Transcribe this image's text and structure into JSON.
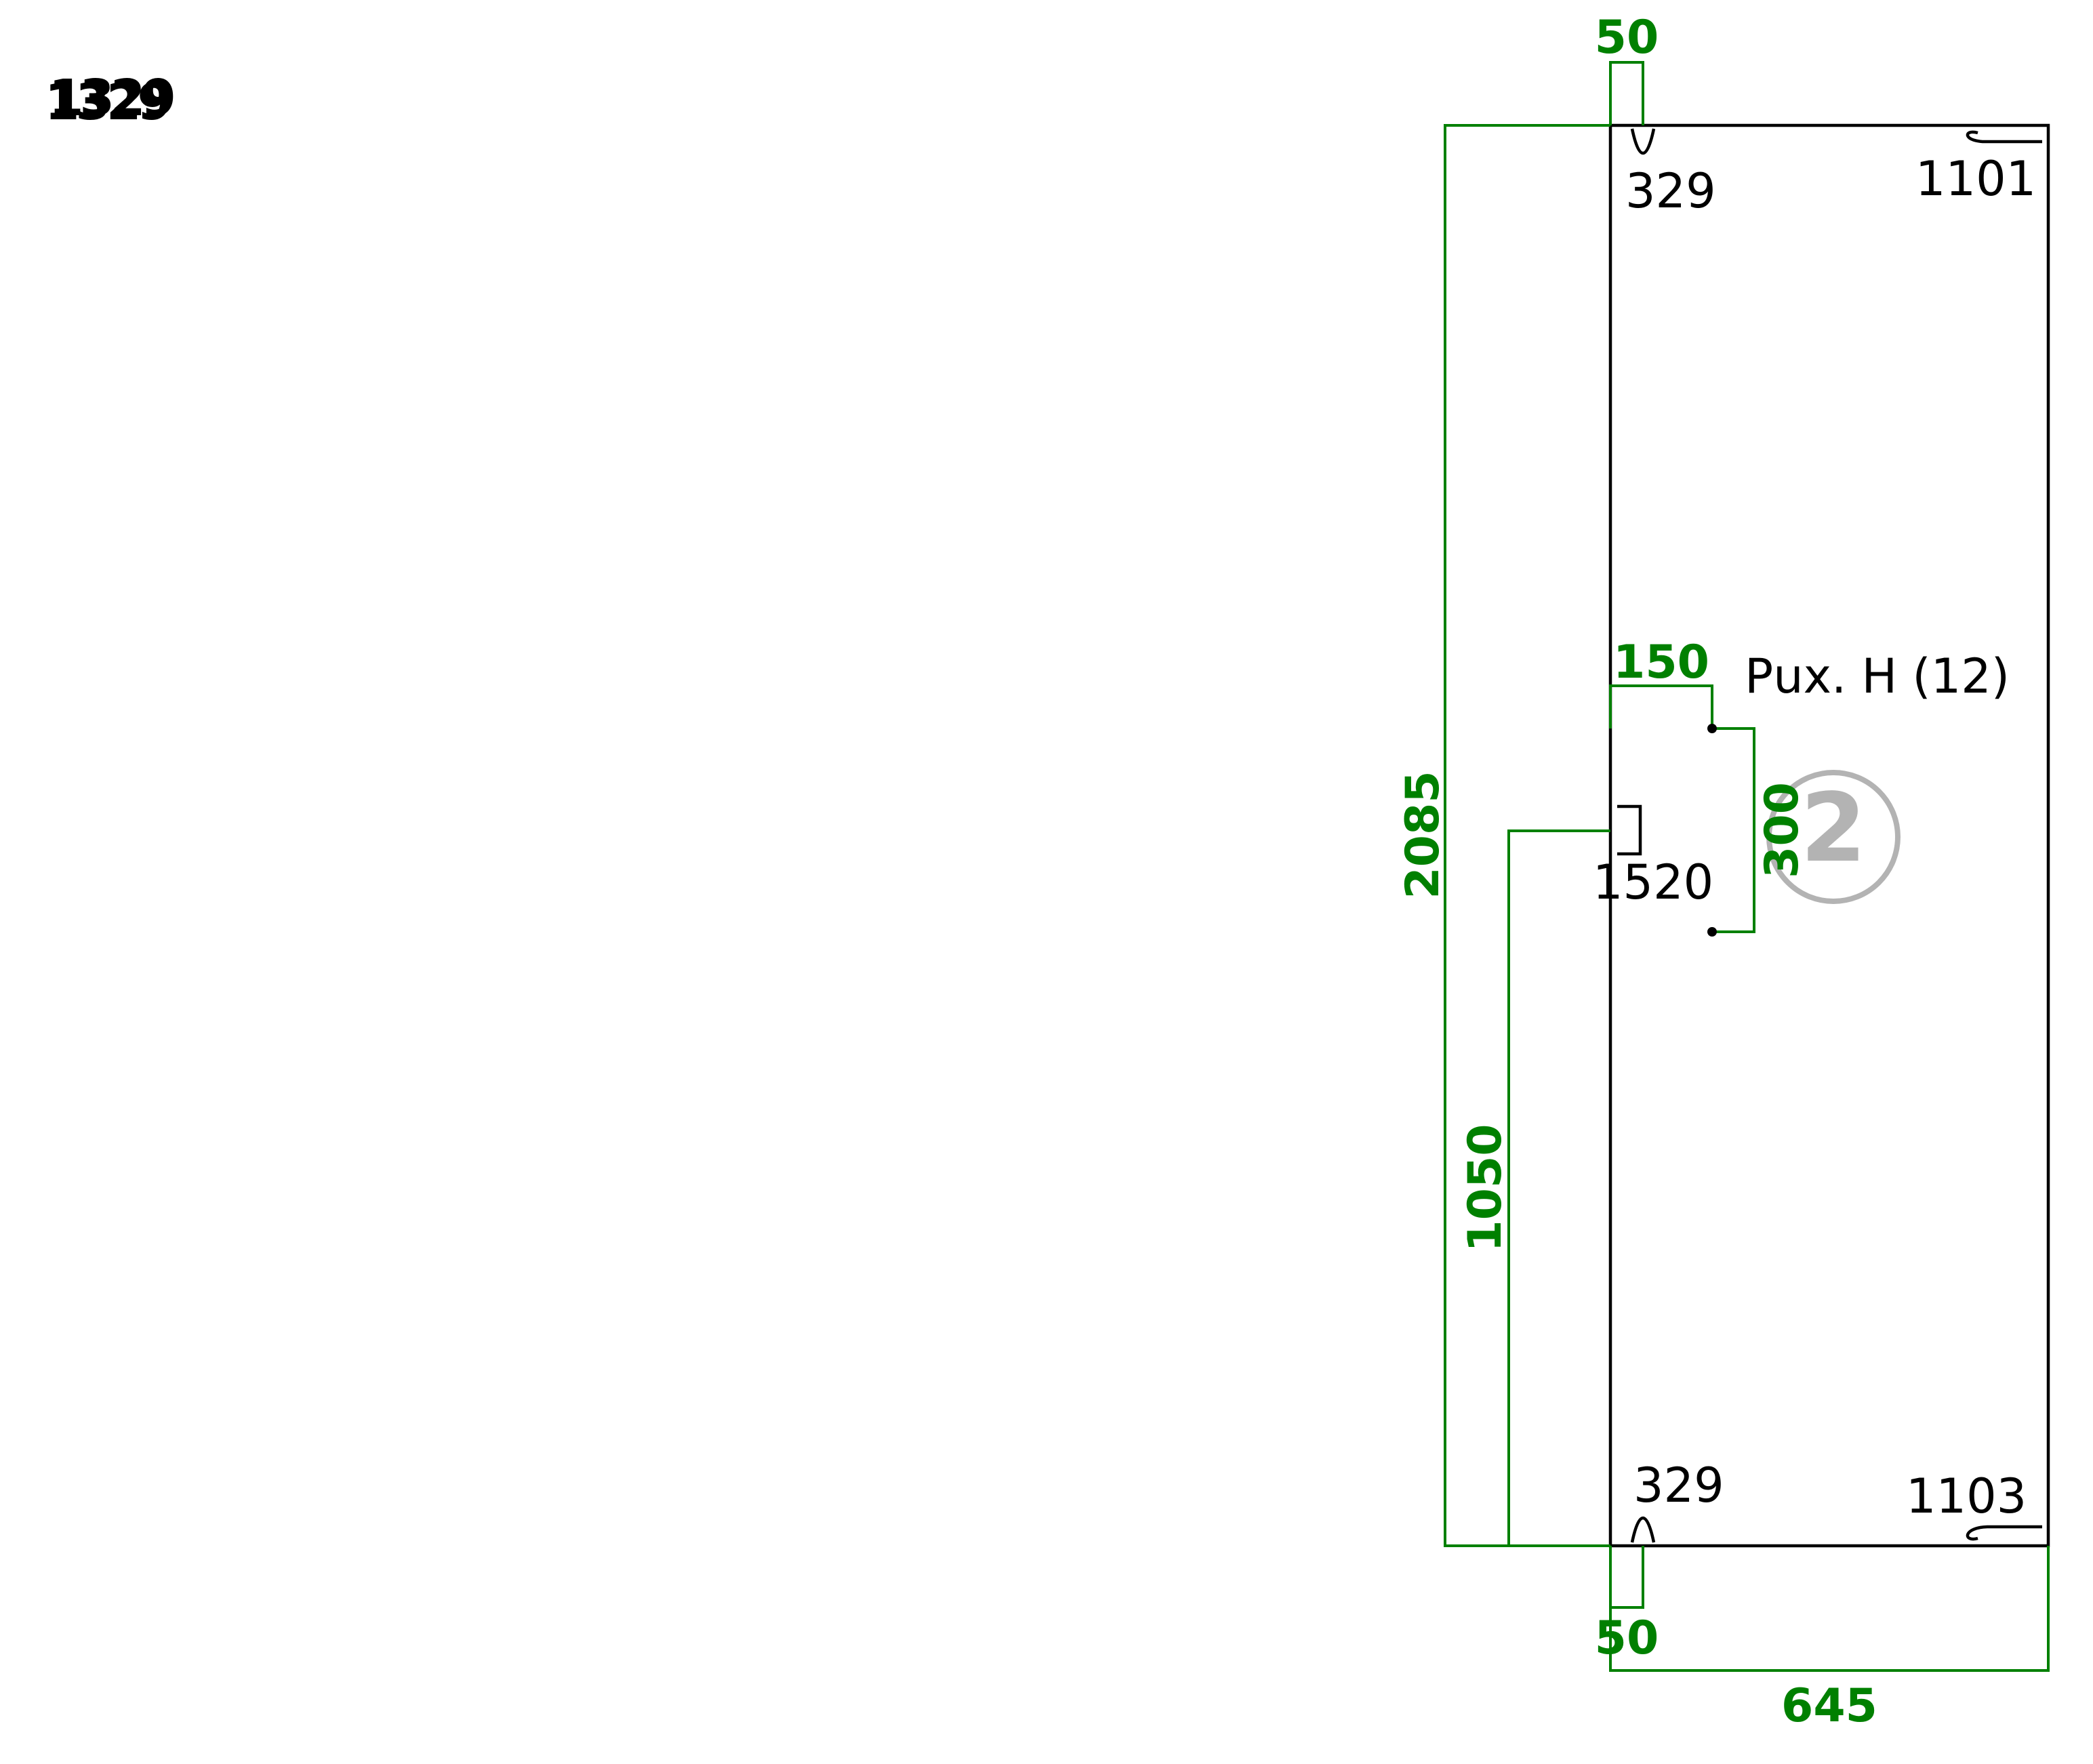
{
  "corner_labels": [
    "1329",
    "1329"
  ],
  "part_labels": {
    "top_left": "329",
    "top_right": "1101",
    "bottom_left": "329",
    "bottom_right": "1103",
    "left_side": "1520",
    "handle": "Рuх. H (12)"
  },
  "dimensions": {
    "top_width": "50",
    "bottom_width": "50",
    "total_height": "2085",
    "side_height": "1050",
    "handle_offset": "150",
    "handle_length": "300",
    "panel_width": "645"
  },
  "panel_number": "2",
  "colors": {
    "dimension": "#008000",
    "outline": "#000000",
    "panel_marker": "#b3b3b3"
  }
}
